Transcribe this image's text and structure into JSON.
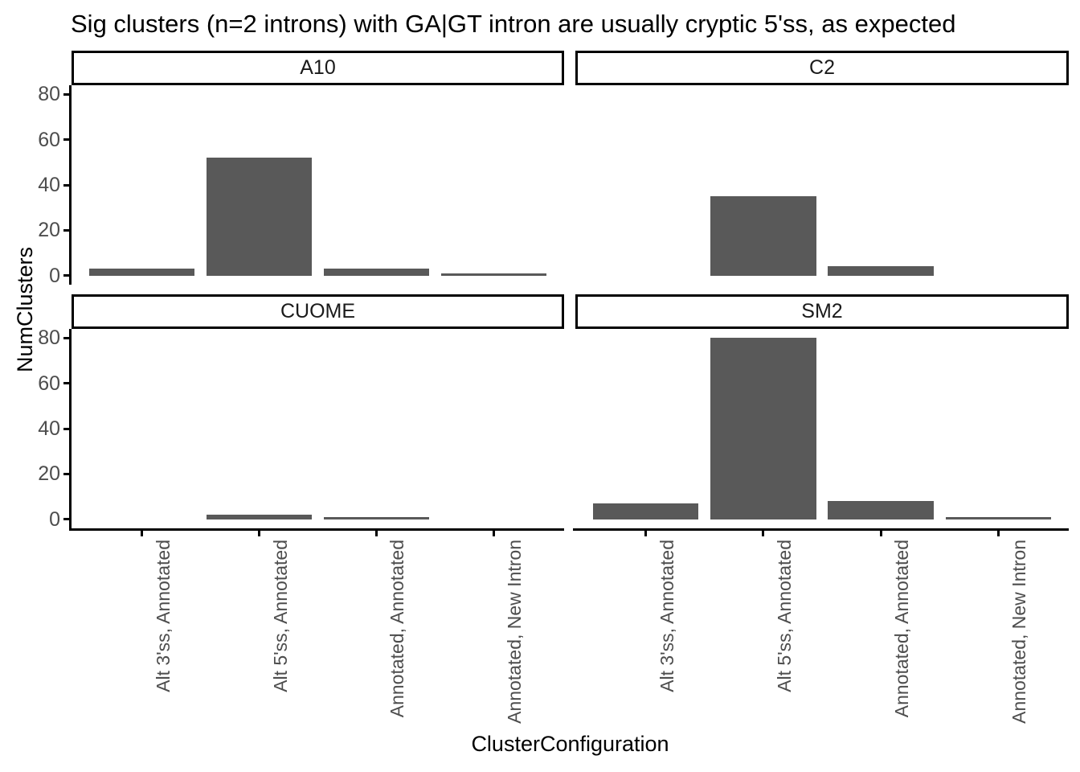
{
  "chart_data": {
    "type": "bar",
    "title": "Sig clusters (n=2 introns) with GA|GT intron are usually cryptic 5'ss, as expected",
    "xlabel": "ClusterConfiguration",
    "ylabel": "NumClusters",
    "categories": [
      "Alt 3'ss, Annotated",
      "Alt 5'ss, Annotated",
      "Annotated, Annotated",
      "Annotated, New Intron"
    ],
    "facets": [
      {
        "name": "A10",
        "values": [
          3,
          52,
          3,
          1
        ]
      },
      {
        "name": "C2",
        "values": [
          0,
          35,
          4,
          0
        ]
      },
      {
        "name": "CUOME",
        "values": [
          0,
          2,
          1,
          0
        ]
      },
      {
        "name": "SM2",
        "values": [
          7,
          80,
          8,
          1
        ]
      }
    ],
    "facet_layout": "2x2",
    "ylim": [
      0,
      80
    ],
    "yticks": [
      0,
      20,
      40,
      60,
      80
    ],
    "bar_color": "#595959",
    "axis_text_color": "#4D4D4D",
    "axis_line_color": "#000000",
    "strip_border_color": "#000000",
    "background": "#FFFFFF",
    "grid": false,
    "legend": "none"
  }
}
